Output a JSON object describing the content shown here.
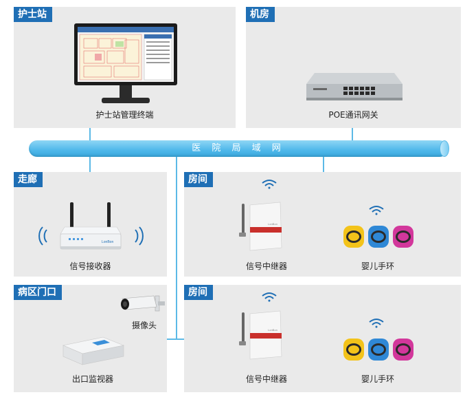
{
  "panels": {
    "nurse_station": {
      "tag": "护士站",
      "label": "护士站管理终端"
    },
    "server_room": {
      "tag": "机房",
      "label": "POE通讯网关"
    },
    "corridor": {
      "tag": "走廊",
      "label": "信号接收器"
    },
    "room1": {
      "tag": "房间",
      "repeater_label": "信号中继器",
      "bracelet_label": "婴儿手环"
    },
    "ward_entrance": {
      "tag": "病区门口",
      "camera_label": "摄像头",
      "monitor_label": "出口监视器"
    },
    "room2": {
      "tag": "房间",
      "repeater_label": "信号中继器",
      "bracelet_label": "婴儿手环"
    }
  },
  "network": {
    "label": "医 院 局 域 网"
  },
  "device_brand": "LonBon",
  "colors": {
    "tag_blue": "#1f6fb5",
    "bus_blue": "#4fb8ea",
    "yellow": "#f3c31a",
    "blue": "#2f88d6",
    "pink": "#d2379b",
    "red_stripe": "#c9302c"
  }
}
